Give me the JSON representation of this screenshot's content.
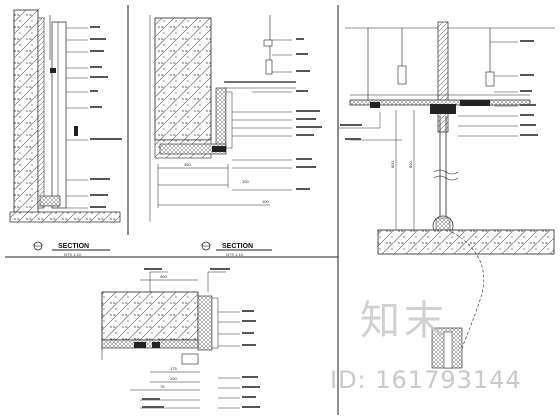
{
  "drawing": {
    "section_1": {
      "title": "SECTION",
      "scale": "NTS 1:10"
    },
    "section_2": {
      "title": "SECTION",
      "scale": "NTS 1:10"
    },
    "dim_1": "350",
    "dim_2": "100",
    "dim_3": "100",
    "dim_4": "800",
    "dim_5": "800",
    "dim_6": "400",
    "dim_7": "175",
    "dim_8": "100",
    "dim_9": "75"
  },
  "watermark": {
    "logo": "知末",
    "id": "ID: 161793144"
  }
}
